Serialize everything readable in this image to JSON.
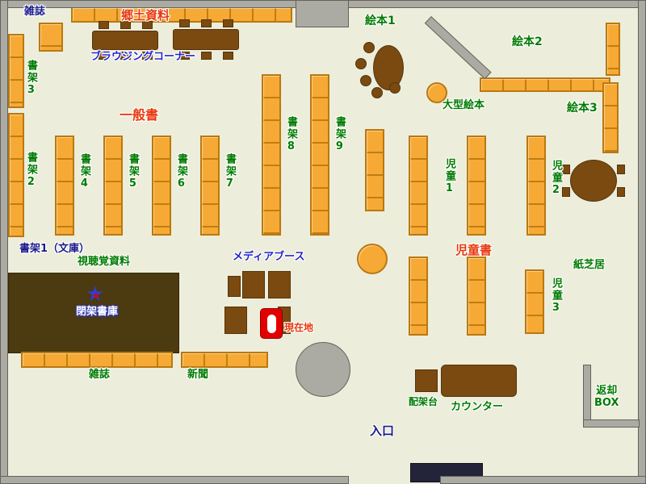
{
  "labels": {
    "magazines_top": "雑誌",
    "local_materials": "郷土資料",
    "browsing_corner": "ブラウジングコーナー",
    "shelf3": "書架3",
    "shelf2": "書架2",
    "general_books": "一般書",
    "shelf4": "書架4",
    "shelf5": "書架5",
    "shelf6": "書架6",
    "shelf7": "書架7",
    "shelf8": "書架8",
    "shelf9": "書架9",
    "picture_books_1": "絵本1",
    "picture_books_2": "絵本2",
    "picture_books_3": "絵本3",
    "large_picture_books": "大型絵本",
    "children_1": "児童1",
    "children_2": "児童2",
    "children_3": "児童3",
    "children_books": "児童書",
    "kamishibai": "紙芝居",
    "shelf1_bunko": "書架1（文庫）",
    "audiovisual": "視聴覚資料",
    "media_booth": "メディアブース",
    "closed_stacks": "閉架書庫",
    "current_location": "現在地",
    "magazines_bottom": "雑誌",
    "newspapers": "新聞",
    "reshelving_table": "配架台",
    "counter": "カウンター",
    "entrance": "入口",
    "return_box_line1": "返却",
    "return_box_line2": "BOX"
  },
  "icons": {
    "star": "★"
  },
  "colors": {
    "floor": "#EDEDDB",
    "wall": "#ABABA3",
    "shelf_orange": "#F6AA35",
    "furniture_brown": "#7B4A10",
    "closed_stacks_brown": "#4C3A10",
    "marker_red": "#E30000",
    "label_green": "#007B00",
    "label_red": "#E8380D",
    "label_blue": "#2424C8",
    "label_navy": "#1A1A8C"
  }
}
